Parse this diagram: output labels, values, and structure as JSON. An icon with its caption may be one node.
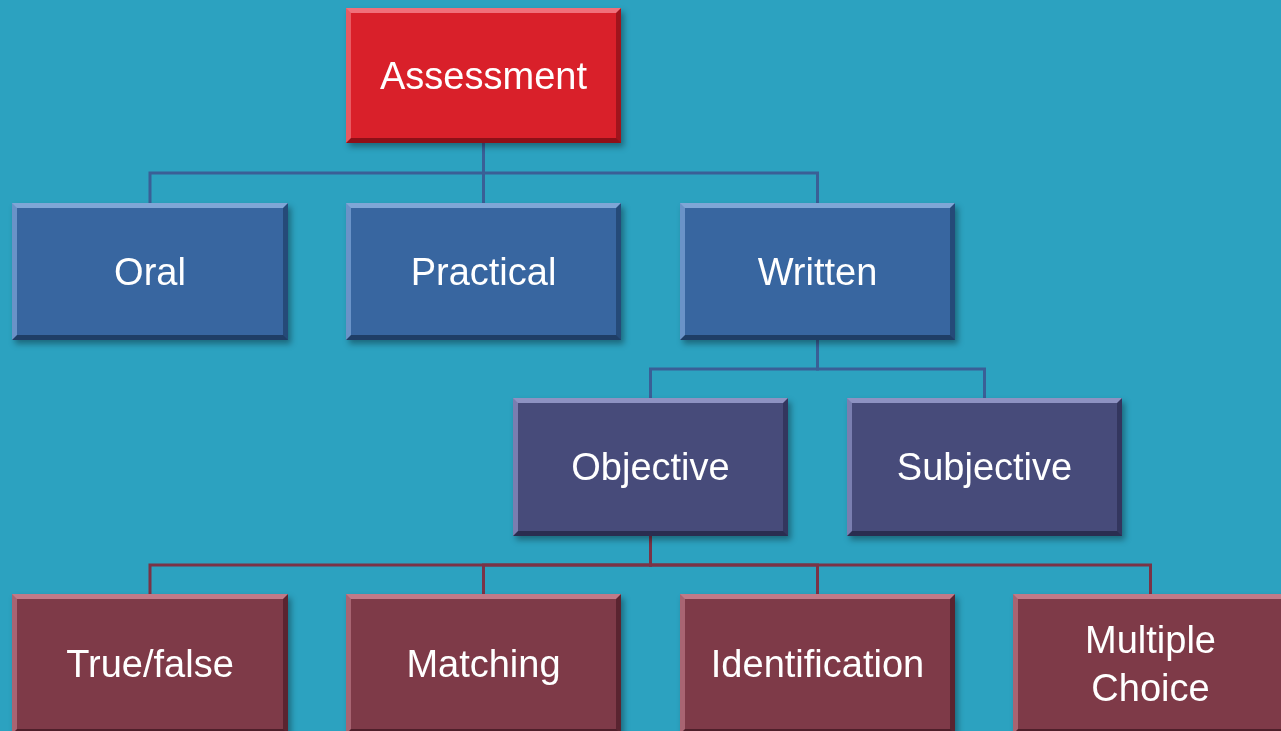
{
  "diagram": {
    "nodes": [
      {
        "text": [
          "Assessment"
        ]
      },
      {
        "text": [
          "Oral"
        ]
      },
      {
        "text": [
          "Practical"
        ]
      },
      {
        "text": [
          "Written"
        ]
      },
      {
        "text": [
          "Objective"
        ]
      },
      {
        "text": [
          "Subjective"
        ]
      },
      {
        "text": [
          "True/false"
        ]
      },
      {
        "text": [
          "Matching"
        ]
      },
      {
        "text": [
          "Identification"
        ]
      },
      {
        "text": [
          "Multiple Choice"
        ]
      }
    ],
    "edges": [
      {
        "from": 0,
        "to": 1,
        "arrow": "none"
      },
      {
        "from": 0,
        "to": 2,
        "arrow": "none"
      },
      {
        "from": 0,
        "to": 3,
        "arrow": "none"
      },
      {
        "from": 3,
        "to": 4,
        "arrow": "none"
      },
      {
        "from": 3,
        "to": 5,
        "arrow": "none"
      },
      {
        "from": 4,
        "to": 6,
        "arrow": "none",
        "color": "#7a3346"
      },
      {
        "from": 4,
        "to": 7,
        "arrow": "none",
        "color": "#7a3346"
      },
      {
        "from": 4,
        "to": 8,
        "arrow": "none",
        "color": "#7a3346"
      },
      {
        "from": 4,
        "to": 9,
        "arrow": "none",
        "color": "#7a3346"
      }
    ]
  }
}
